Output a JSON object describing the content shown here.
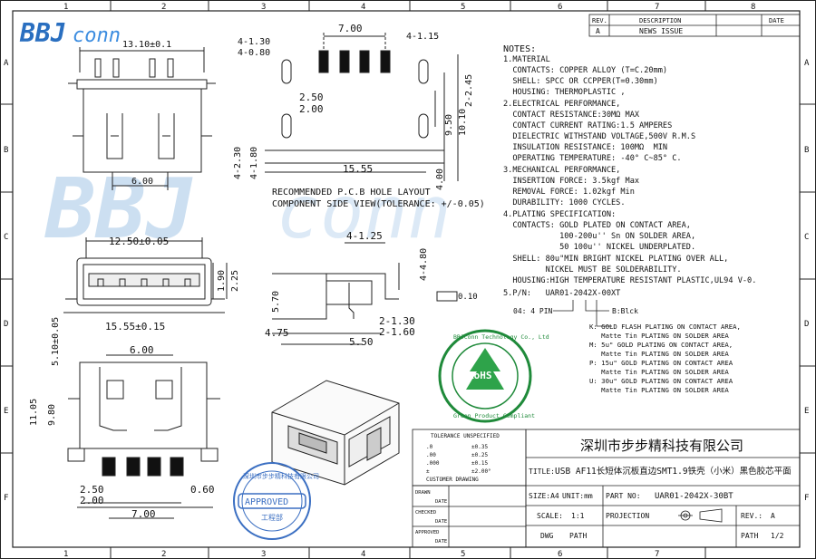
{
  "border": {
    "columns": [
      "1",
      "2",
      "3",
      "4",
      "5",
      "6",
      "7",
      "8"
    ],
    "rows": [
      "A",
      "B",
      "C",
      "D",
      "E",
      "F"
    ]
  },
  "logo": {
    "text_left": "BBJ",
    "text_right": "conn"
  },
  "revision_table": {
    "headers": [
      "REV.",
      "DESCRIPTION",
      "DATE"
    ],
    "row": [
      "A",
      "NEWS ISSUE",
      ""
    ]
  },
  "notes": {
    "title": "NOTES:",
    "lines": [
      "1.MATERIAL",
      "  CONTACTS: COPPER ALLOY (T=C.20mm)",
      "  SHELL: SPCC OR CCPPER(T=0.30mm)",
      "  HOUSING: THERMOPLASTIC ,",
      "2.ELECTRICAL PERFORMANCE,",
      "  CONTACT RESISTANCE:30MΩ MAX",
      "  CONTACT CURRENT RATING:1.5 AMPERES",
      "  DIELECTRIC WITHSTAND VOLTAGE,500V R.M.S",
      "  INSULATION RESISTANCE: 100MΩ  MIN",
      "  OPERATING TEMPERATURE: -40° C~85° C.",
      "3.MECHANICAL PERFORMANCE,",
      "  INSERTION FORCE: 3.5kgf Max",
      "  REMOVAL FORCE: 1.02kgf Min",
      "  DURABILITY: 1000 CYCLES.",
      "4.PLATING SPECIFICATION:",
      "  CONTACTS: GOLD PLATED ON CONTACT AREA,",
      "            100-200u'' Sn ON SOLDER AREA,",
      "            50 100u'' NICKEL UNDERPLATED.",
      "  SHELL: 80u\"MIN BRIGHT NICKEL PLATING OVER ALL,",
      "         NICKEL MUST BE SOLDERABILITY.",
      "  HOUSING:HIGH TEMPERATURE RESISTANT PLASTIC,UL94 V-0.",
      "5.P/N:   UAR01-2042X-00XT"
    ],
    "pn_pin": "04: 4 PIN",
    "pn_color": "B:Blck",
    "plating_options": [
      "K: GOLD FLASH PLATING ON CONTACT AREA,",
      "   Matte Tin PLATING ON SOLDER AREA",
      "M: 5u\" GOLD PLATING ON CONTACT AREA,",
      "   Matte Tin PLATING ON SOLDER AREA",
      "P: 15u\" GOLD PLATING ON CONTACT AREA",
      "   Matte Tin PLATING ON SOLDER AREA",
      "U: 30u\" GOLD PLATING ON CONTACT AREA",
      "   Matte Tin PLATING ON SOLDER AREA"
    ]
  },
  "dimensions": {
    "top_width": "13.10±0.1",
    "top_pitch": "6.00",
    "pcb_700": "7.00",
    "pcb_130": "4-1.30",
    "pcb_080": "4-0.80",
    "pcb_115": "4-1.15",
    "pcb_245": "2-2.45",
    "pcb_250": "2.50",
    "pcb_200": "2.00",
    "pcb_950": "9.50",
    "pcb_1010": "10.10",
    "pcb_230": "4-2.30",
    "pcb_180": "4-1.80",
    "pcb_1555": "15.55",
    "pcb_400": "4.00",
    "pcb_note1": "RECOMMENDED P.C.B HOLE LAYOUT",
    "pcb_note2": "COMPONENT SIDE VIEW(TOLERANCE: +/-0.05)",
    "front_1250": "12.50±0.05",
    "front_190": "1.90",
    "front_225": "2.25",
    "front_1555": "15.55±0.15",
    "front_510": "5.10±0.05",
    "side_125": "4-1.25",
    "side_480": "4-4.80",
    "side_570": "5.70",
    "side_475": "4.75",
    "side_550": "5.50",
    "side_130": "2-1.30",
    "side_160": "2-1.60",
    "side_flat": "0.10",
    "bot_600": "6.00",
    "bot_1105": "11.05",
    "bot_980": "9.80",
    "bot_250": "2.50",
    "bot_200": "2.00",
    "bot_060": "0.60",
    "bot_700": "7.00"
  },
  "stamps": {
    "rohs_ring": "BBJconn Technology Co., Ltd",
    "rohs_ring_bottom": "Green Product Compliant",
    "rohs_center": "RoHS",
    "approved_text": "APPROVED",
    "approved_sub": "工程部",
    "approved_ring": "深圳市步步精科技有限公司"
  },
  "tolerance": {
    "title": "TOLERANCE UNSPECIFIED",
    "rows": [
      [
        ".0",
        "±0.35"
      ],
      [
        ".00",
        "±0.25"
      ],
      [
        ".000",
        "±0.15"
      ],
      [
        "±",
        "±2.00°"
      ]
    ],
    "footer": "CUSTOMER DRAWING"
  },
  "sign_block": {
    "drawn": "DRAWN",
    "checked": "CHECKED",
    "approved": "APPROVED",
    "date": "DATE"
  },
  "title_block": {
    "company": "深圳市步步精科技有限公司",
    "title_label": "TITLE:",
    "title": "USB AF11长短体沉板直边SMT1.9铁壳（小米）黑色胶芯平面",
    "size_label": "SIZE:A4",
    "unit_label": "UNIT:mm",
    "part_no_label": "PART NO:",
    "part_no": "UAR01-2042X-30BT",
    "scale_label": "SCALE:",
    "scale": "1:1",
    "projection_label": "PROJECTION",
    "rev_label": "REV.:",
    "rev": "A",
    "dwg_label": "DWG",
    "dwg": "PATH",
    "path_label": "PATH",
    "path": "1/2"
  }
}
